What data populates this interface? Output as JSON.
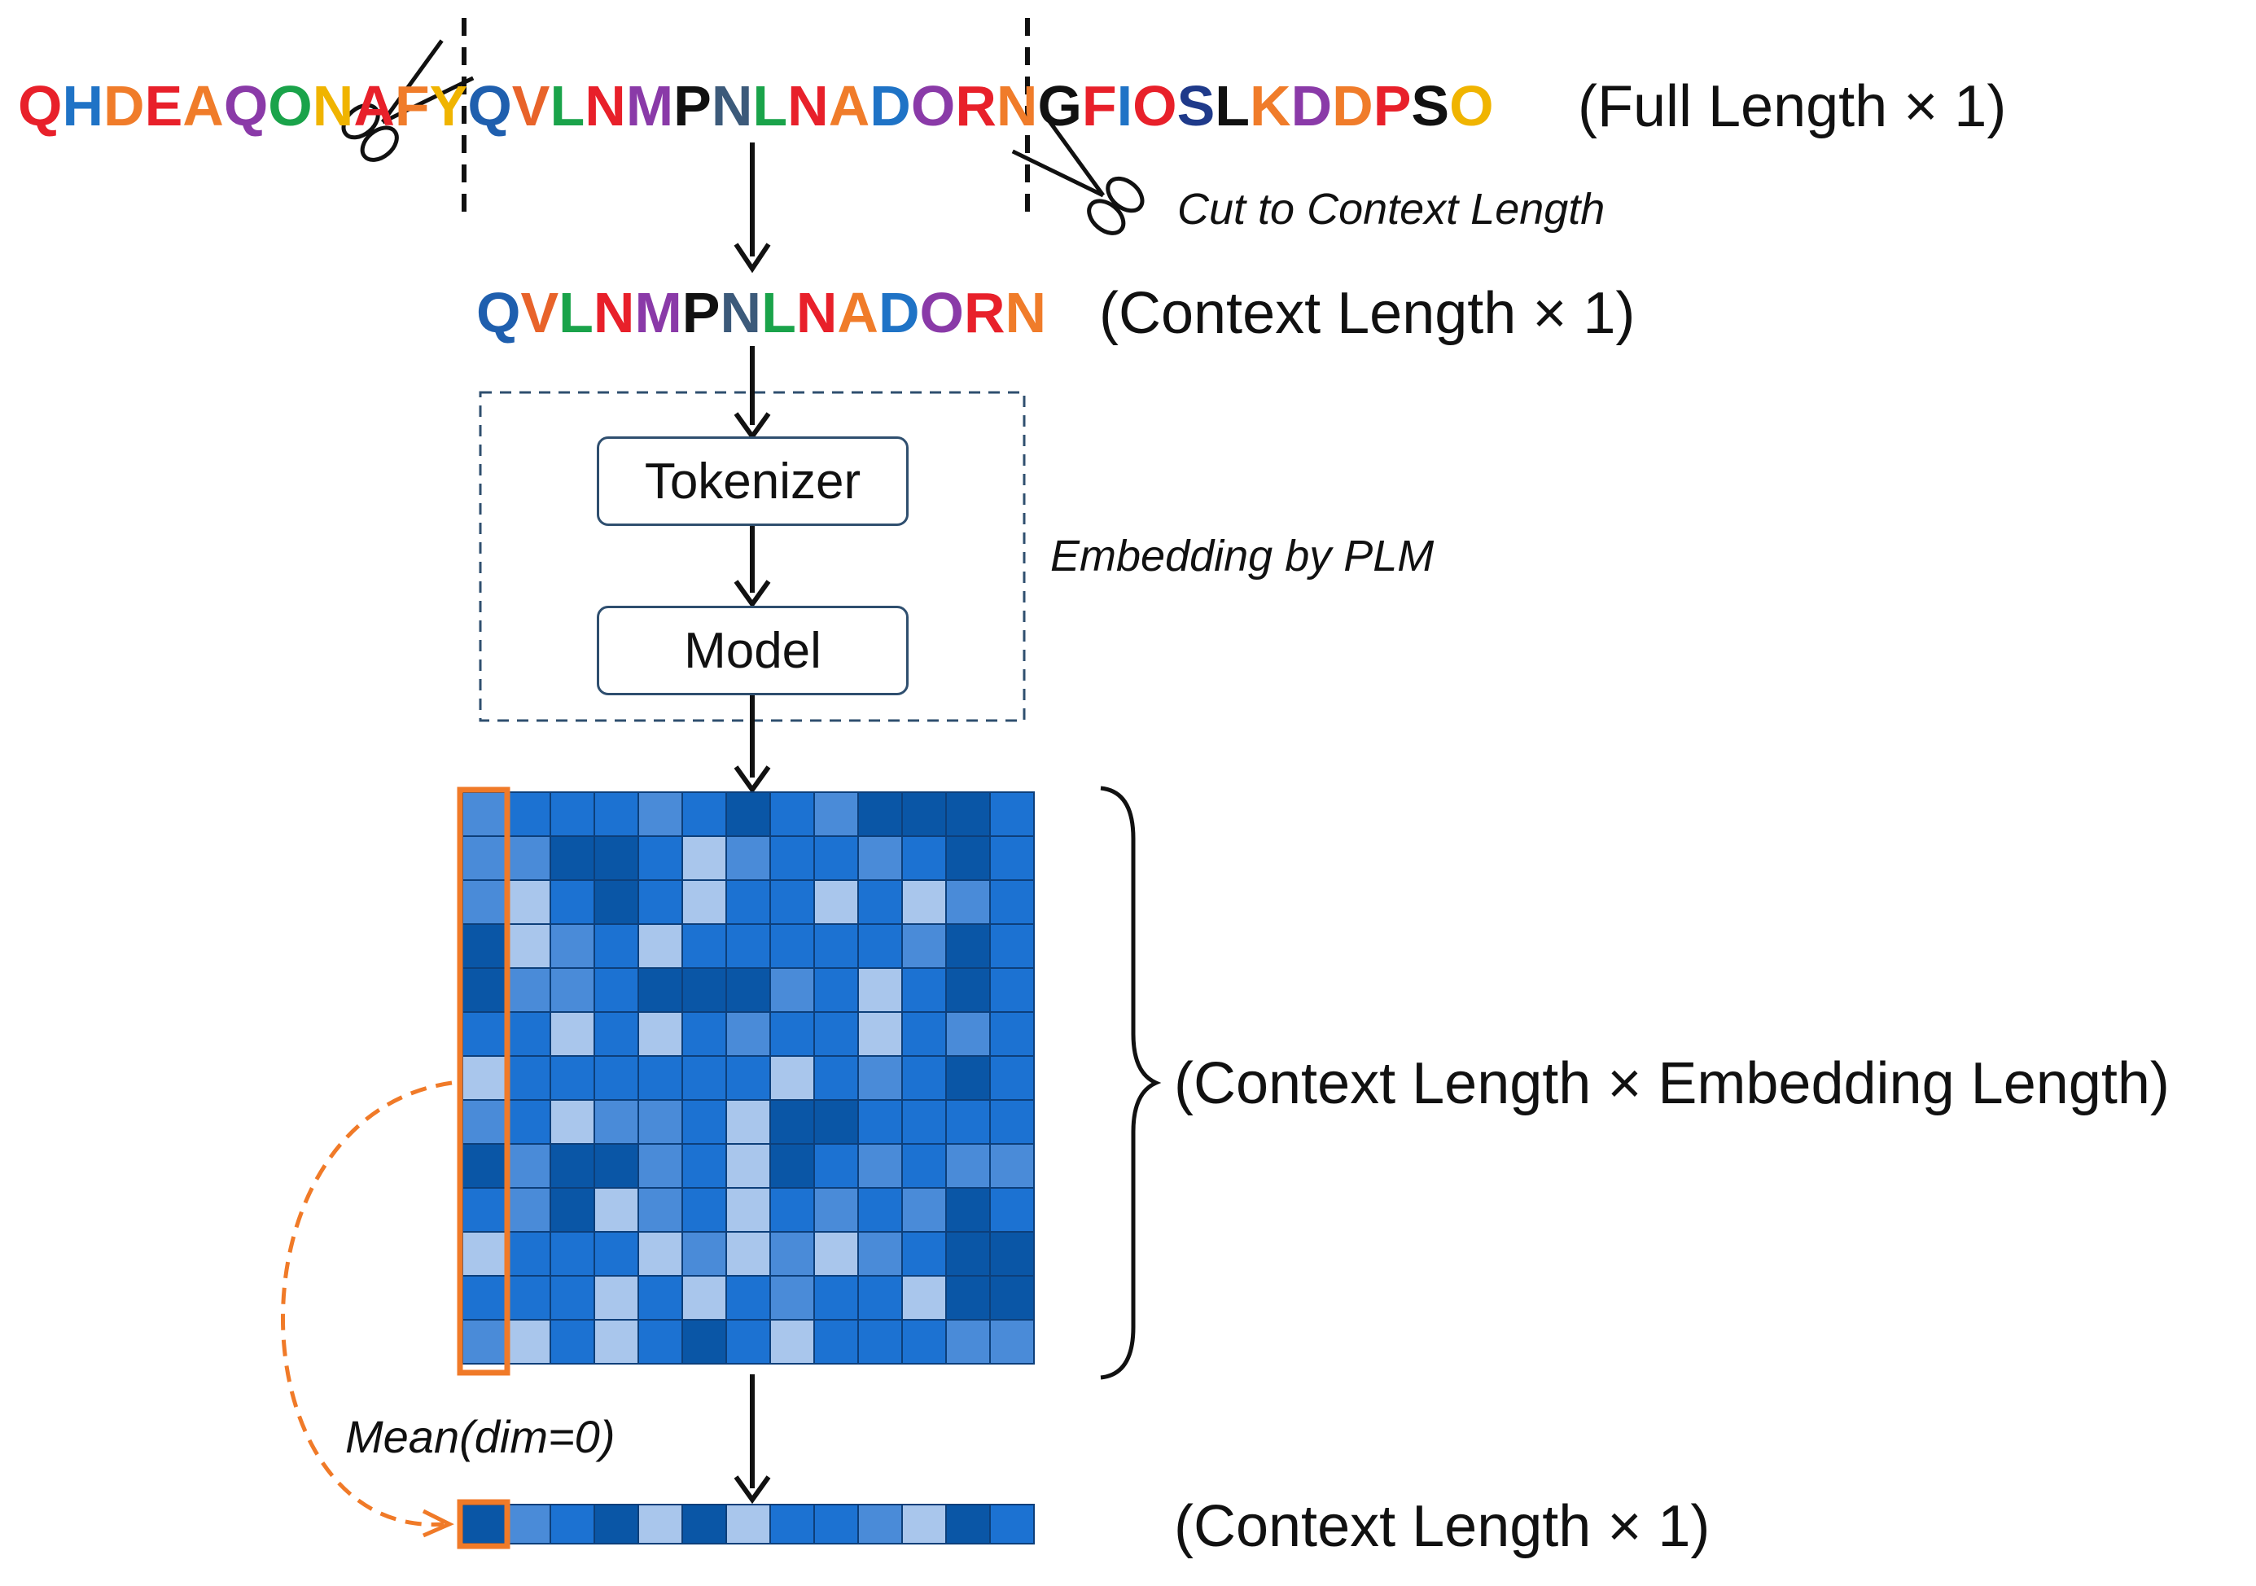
{
  "full_sequence": [
    {
      "ch": "Q",
      "color": "#e8202a"
    },
    {
      "ch": "H",
      "color": "#1f73c6"
    },
    {
      "ch": "D",
      "color": "#f07c2a"
    },
    {
      "ch": "E",
      "color": "#e8202a"
    },
    {
      "ch": "A",
      "color": "#f07c2a"
    },
    {
      "ch": "Q",
      "color": "#8a3aa8"
    },
    {
      "ch": "O",
      "color": "#1aa34a"
    },
    {
      "ch": "N",
      "color": "#f0b400"
    },
    {
      "ch": "A",
      "color": "#e8202a"
    },
    {
      "ch": "F",
      "color": "#f07c2a"
    },
    {
      "ch": "Y",
      "color": "#f0b400"
    },
    {
      "ch": "Q",
      "color": "#1f5fae"
    },
    {
      "ch": "V",
      "color": "#e8632a"
    },
    {
      "ch": "L",
      "color": "#1aa34a"
    },
    {
      "ch": "N",
      "color": "#e8202a"
    },
    {
      "ch": "M",
      "color": "#8a3aa8"
    },
    {
      "ch": "P",
      "color": "#111111"
    },
    {
      "ch": "N",
      "color": "#3c5a7a"
    },
    {
      "ch": "L",
      "color": "#1aa34a"
    },
    {
      "ch": "N",
      "color": "#e8202a"
    },
    {
      "ch": "A",
      "color": "#f07c2a"
    },
    {
      "ch": "D",
      "color": "#1f73c6"
    },
    {
      "ch": "O",
      "color": "#8a3aa8"
    },
    {
      "ch": "R",
      "color": "#e8202a"
    },
    {
      "ch": "N",
      "color": "#f07c2a"
    },
    {
      "ch": "G",
      "color": "#111111"
    },
    {
      "ch": "F",
      "color": "#e8202a"
    },
    {
      "ch": "I",
      "color": "#1f73c6"
    },
    {
      "ch": "O",
      "color": "#e8202a"
    },
    {
      "ch": "S",
      "color": "#1f3a8a"
    },
    {
      "ch": "L",
      "color": "#111111"
    },
    {
      "ch": "K",
      "color": "#f07c2a"
    },
    {
      "ch": "D",
      "color": "#8a3aa8"
    },
    {
      "ch": "D",
      "color": "#f07c2a"
    },
    {
      "ch": "P",
      "color": "#e8202a"
    },
    {
      "ch": "S",
      "color": "#111111"
    },
    {
      "ch": "O",
      "color": "#f0b400"
    }
  ],
  "context_sequence": [
    {
      "ch": "Q",
      "color": "#1f5fae"
    },
    {
      "ch": "V",
      "color": "#e8632a"
    },
    {
      "ch": "L",
      "color": "#1aa34a"
    },
    {
      "ch": "N",
      "color": "#e8202a"
    },
    {
      "ch": "M",
      "color": "#8a3aa8"
    },
    {
      "ch": "P",
      "color": "#111111"
    },
    {
      "ch": "N",
      "color": "#3c5a7a"
    },
    {
      "ch": "L",
      "color": "#1aa34a"
    },
    {
      "ch": "N",
      "color": "#e8202a"
    },
    {
      "ch": "A",
      "color": "#f07c2a"
    },
    {
      "ch": "D",
      "color": "#1f73c6"
    },
    {
      "ch": "O",
      "color": "#8a3aa8"
    },
    {
      "ch": "R",
      "color": "#e8202a"
    },
    {
      "ch": "N",
      "color": "#f07c2a"
    }
  ],
  "labels": {
    "full_length": "(Full Length × 1)",
    "cut": "Cut to Context Length",
    "context_length": "(Context Length × 1)",
    "embedding": "Embedding by PLM",
    "tokenizer": "Tokenizer",
    "model": "Model",
    "matrix_shape": "(Context Length × Embedding Length)",
    "mean": "Mean(dim=0)",
    "output_shape": "(Context Length × 1)"
  },
  "colors": {
    "accent_orange": "#f07a28",
    "matrix_palette": [
      "#a9c6ec",
      "#4a8bd8",
      "#1c72d2",
      "#0a56a6"
    ]
  },
  "matrix": [
    [
      1,
      2,
      2,
      2,
      1,
      2,
      3,
      2,
      1,
      3,
      3,
      3,
      2
    ],
    [
      1,
      1,
      3,
      3,
      2,
      0,
      1,
      2,
      2,
      1,
      2,
      3,
      2
    ],
    [
      1,
      0,
      2,
      3,
      2,
      0,
      2,
      2,
      0,
      2,
      0,
      1,
      2
    ],
    [
      3,
      0,
      1,
      2,
      0,
      2,
      2,
      2,
      2,
      2,
      1,
      3,
      2
    ],
    [
      3,
      1,
      1,
      2,
      3,
      3,
      3,
      1,
      2,
      0,
      2,
      3,
      2
    ],
    [
      2,
      2,
      0,
      2,
      0,
      2,
      1,
      2,
      2,
      0,
      2,
      1,
      2
    ],
    [
      0,
      2,
      2,
      2,
      2,
      2,
      2,
      0,
      2,
      1,
      2,
      3,
      2
    ],
    [
      1,
      2,
      0,
      1,
      1,
      2,
      0,
      3,
      3,
      2,
      2,
      2,
      2
    ],
    [
      3,
      1,
      3,
      3,
      1,
      2,
      0,
      3,
      2,
      1,
      2,
      1,
      1
    ],
    [
      2,
      1,
      3,
      0,
      1,
      2,
      0,
      2,
      1,
      2,
      1,
      3,
      2
    ],
    [
      0,
      2,
      2,
      2,
      0,
      1,
      0,
      1,
      0,
      1,
      2,
      3,
      3
    ],
    [
      2,
      2,
      2,
      0,
      2,
      0,
      2,
      1,
      2,
      2,
      0,
      3,
      3
    ],
    [
      1,
      0,
      2,
      0,
      2,
      3,
      2,
      0,
      2,
      2,
      2,
      1,
      1
    ]
  ],
  "output_vector": [
    3,
    1,
    2,
    3,
    0,
    3,
    0,
    2,
    2,
    1,
    0,
    3,
    2
  ]
}
